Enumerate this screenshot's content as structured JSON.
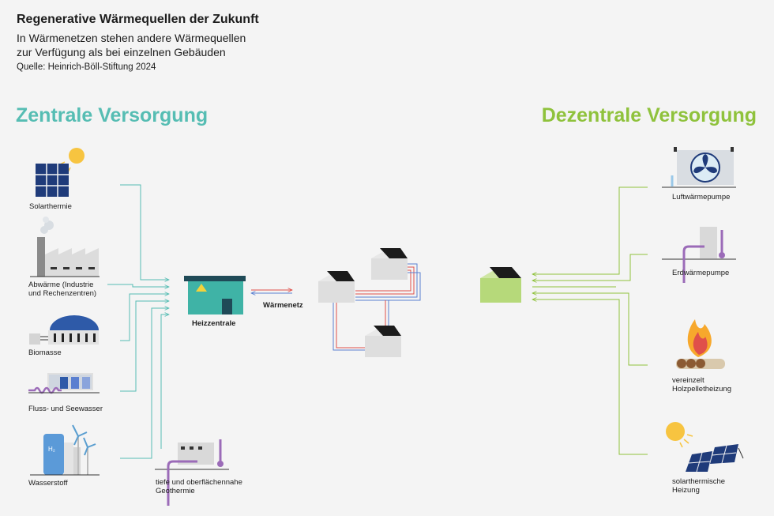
{
  "header": {
    "title": "Regenerative Wärmequellen der Zukunft",
    "subtitle_line1": "In Wärmenetzen stehen andere Wärmequellen",
    "subtitle_line2": "zur Verfügung als bei einzelnen Gebäuden",
    "source": "Quelle: Heinrich-Böll-Stiftung 2024"
  },
  "central": {
    "title": "Zentrale Versorgung",
    "sources": {
      "solar": "Solarthermie",
      "waste_heat_1": "Abwärme (Industrie",
      "waste_heat_2": "und Rechenzentren)",
      "biomass": "Biomasse",
      "water": "Fluss- und Seewasser",
      "hydrogen": "Wasserstoff",
      "geo_1": "tiefe und oberflächennahe",
      "geo_2": "Geothermie"
    },
    "plant": "Heizzentrale",
    "network": "Wärmenetz",
    "h2_symbol": "H₂"
  },
  "decentral": {
    "title": "Dezentrale Versorgung",
    "sources": {
      "air_hp": "Luftwärmepumpe",
      "ground_hp": "Erdwärmepumpe",
      "pellet_1": "vereinzelt",
      "pellet_2": "Holzpelletheizung",
      "solar_1": "solarthermische",
      "solar_2": "Heizung"
    }
  },
  "colors": {
    "teal": "#56bdb3",
    "green": "#8fc23c",
    "navy": "#1f3b7a",
    "red": "#e0504a",
    "blue": "#5a7fd0",
    "purple": "#9b6bb8",
    "sun": "#f7c440"
  }
}
